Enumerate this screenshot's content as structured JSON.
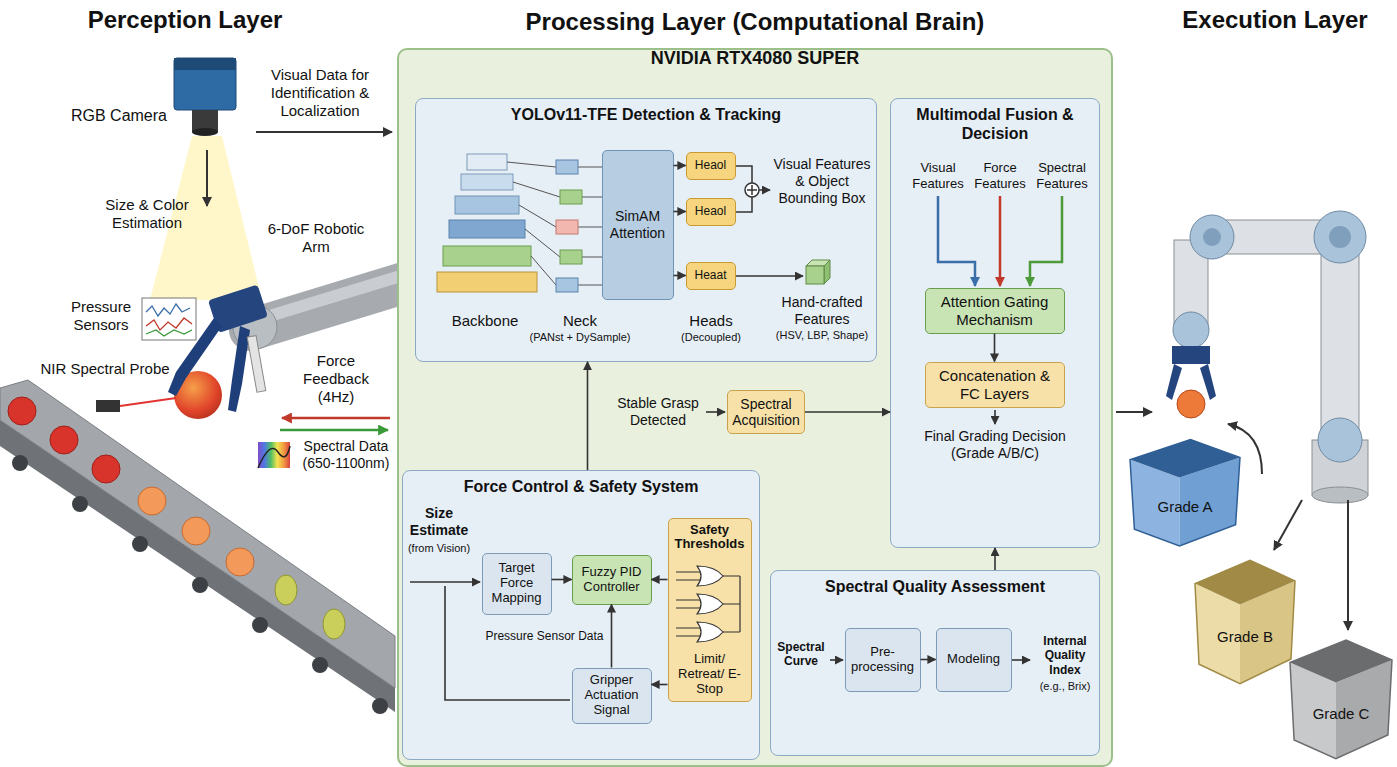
{
  "diagram": {
    "nodes": [
      {
        "text": [
          "Processing Layer (Computational Brain)",
          "NVIDIA RTX4080 SUPER"
        ]
      },
      {
        "text": [
          "YOLOv11-TFE Detection & Tracking"
        ],
        "in": 0
      },
      {
        "text": [
          "SimAM Attention"
        ],
        "in": 1
      },
      {
        "text": [
          "Heaol"
        ],
        "in": 1
      },
      {
        "text": [
          "Heaol"
        ],
        "in": 1
      },
      {
        "text": [
          "Heaat"
        ],
        "in": 1
      },
      {
        "text": [
          "Multimodal Fusion & Decision"
        ],
        "in": 0
      },
      {
        "text": [
          "Attention Gating Mechanism"
        ],
        "in": 6
      },
      {
        "text": [
          "Concatenation & FC Layers"
        ],
        "in": 6
      },
      {
        "text": [
          "Spectral Acquisition"
        ],
        "in": 0
      },
      {
        "text": [
          "Force Control & Safety System"
        ],
        "in": 0
      },
      {
        "text": [
          "Target Force Mapping"
        ],
        "in": 10
      },
      {
        "text": [
          "Fuzzy PID Controller"
        ],
        "in": 10
      },
      {
        "text": [
          "Safety Thresholds",
          "Limit/ Retreat/ E-Stop"
        ],
        "in": 10
      },
      {
        "text": [
          "Gripper Actuation Signal"
        ],
        "in": 10
      },
      {
        "text": [
          "Spectral Quality Assessment"
        ],
        "in": 0
      },
      {
        "text": [
          "Pre-processing"
        ],
        "in": 15
      },
      {
        "text": [
          "Modeling"
        ],
        "in": 15
      },
      {
        "text": [
          "Grade A"
        ]
      },
      {
        "text": [
          "Grade B"
        ]
      },
      {
        "text": [
          "Grade C"
        ]
      }
    ],
    "edges": [
      {
        "from": 2,
        "to": 3,
        "arrow": "to"
      },
      {
        "from": 2,
        "to": 4,
        "arrow": "to"
      },
      {
        "from": 2,
        "to": 5,
        "arrow": "to"
      },
      {
        "from": 7,
        "to": 8,
        "arrow": "to"
      },
      {
        "from": 10,
        "to": 1,
        "arrow": "to"
      },
      {
        "from": 9,
        "to": 6,
        "arrow": "to"
      },
      {
        "from": 11,
        "to": 12,
        "arrow": "to"
      },
      {
        "from": 14,
        "to": 12,
        "arrow": "to",
        "label": "Pressure Sensor Data"
      },
      {
        "from": 13,
        "to": 12,
        "arrow": "to"
      },
      {
        "from": 13,
        "to": 14,
        "arrow": "to"
      },
      {
        "from": 16,
        "to": 17,
        "arrow": "to"
      },
      {
        "from": 15,
        "to": 6,
        "arrow": "to"
      }
    ],
    "labels": [
      "Perception Layer",
      "Execution Layer",
      "RGB Camera",
      "Visual Data for Identification & Localization",
      "Size & Color Estimation",
      "6-DoF Robotic Arm",
      "Pressure Sensors",
      "NIR Spectral Probe",
      "Force Feedback (4Hz)",
      "Spectral Data (650-1100nm)",
      "Backbone",
      "Neck",
      "(PANst + DySample)",
      "Heads",
      "(Decoupled)",
      "Visual Features & Object Bounding Box",
      "Hand-crafted Features",
      "(HSV, LBP, Shape)",
      "Visual Features",
      "Force Features",
      "Spectral Features",
      "Final Grading Decision (Grade A/B/C)",
      "Stable Grasp Detected",
      "Size Estimate",
      "(from Vision)",
      "Spectral Curve",
      "Internal Quality Index",
      "(e.g., Brix)"
    ]
  }
}
